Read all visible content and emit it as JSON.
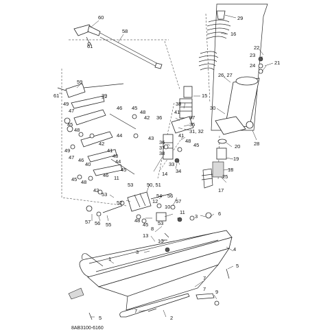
{
  "diagram_code": "8AB3100-6160",
  "callouts": [
    {
      "id": "c60",
      "text": "60"
    },
    {
      "id": "c61a",
      "text": "61"
    },
    {
      "id": "c58",
      "text": "58"
    },
    {
      "id": "c29",
      "text": "29"
    },
    {
      "id": "c16",
      "text": "16"
    },
    {
      "id": "c22",
      "text": "22"
    },
    {
      "id": "c23",
      "text": "23"
    },
    {
      "id": "c21",
      "text": "21"
    },
    {
      "id": "c24",
      "text": "24"
    },
    {
      "id": "c2627",
      "text": "26, 27"
    },
    {
      "id": "c59",
      "text": "59"
    },
    {
      "id": "c61b",
      "text": "61"
    },
    {
      "id": "c15",
      "text": "15"
    },
    {
      "id": "c39",
      "text": "39"
    },
    {
      "id": "c49",
      "text": "49"
    },
    {
      "id": "c47a",
      "text": "47"
    },
    {
      "id": "c38a",
      "text": "38"
    },
    {
      "id": "c46a",
      "text": "46"
    },
    {
      "id": "c45a",
      "text": "45"
    },
    {
      "id": "c48a",
      "text": "48"
    },
    {
      "id": "c36a",
      "text": "36"
    },
    {
      "id": "c41a",
      "text": "41"
    },
    {
      "id": "c37a",
      "text": "37"
    },
    {
      "id": "c35",
      "text": "35"
    },
    {
      "id": "c3132",
      "text": "31, 32"
    },
    {
      "id": "c30",
      "text": "30"
    },
    {
      "id": "c45b",
      "text": "45"
    },
    {
      "id": "c48b",
      "text": "48"
    },
    {
      "id": "c42a",
      "text": "42"
    },
    {
      "id": "c43",
      "text": "43"
    },
    {
      "id": "c44a",
      "text": "44"
    },
    {
      "id": "c28",
      "text": "28"
    },
    {
      "id": "c20",
      "text": "20"
    },
    {
      "id": "c36b",
      "text": "36"
    },
    {
      "id": "c37b",
      "text": "37"
    },
    {
      "id": "c38b",
      "text": "38"
    },
    {
      "id": "c41b",
      "text": "41"
    },
    {
      "id": "c48c",
      "text": "48"
    },
    {
      "id": "c45c",
      "text": "45"
    },
    {
      "id": "c19",
      "text": "19"
    },
    {
      "id": "c49b",
      "text": "49"
    },
    {
      "id": "c47b",
      "text": "47"
    },
    {
      "id": "c46b",
      "text": "46"
    },
    {
      "id": "c40",
      "text": "40"
    },
    {
      "id": "c41c",
      "text": "41"
    },
    {
      "id": "c42b",
      "text": "42"
    },
    {
      "id": "c48d",
      "text": "48"
    },
    {
      "id": "c44b",
      "text": "44"
    },
    {
      "id": "c45d",
      "text": "45"
    },
    {
      "id": "c33",
      "text": "33"
    },
    {
      "id": "c34",
      "text": "34"
    },
    {
      "id": "c18",
      "text": "18"
    },
    {
      "id": "c14",
      "text": "14"
    },
    {
      "id": "c25",
      "text": "25"
    },
    {
      "id": "c45e",
      "text": "45"
    },
    {
      "id": "c48e",
      "text": "48"
    },
    {
      "id": "c46c",
      "text": "46"
    },
    {
      "id": "c11a",
      "text": "11"
    },
    {
      "id": "c53a",
      "text": "53"
    },
    {
      "id": "c42c",
      "text": "42"
    },
    {
      "id": "c17",
      "text": "17"
    },
    {
      "id": "c5051",
      "text": "50, 51"
    },
    {
      "id": "c53b",
      "text": "53"
    },
    {
      "id": "c54",
      "text": "54"
    },
    {
      "id": "c56a",
      "text": "56"
    },
    {
      "id": "c52",
      "text": "52"
    },
    {
      "id": "c57a",
      "text": "57"
    },
    {
      "id": "c12",
      "text": "12"
    },
    {
      "id": "c10a",
      "text": "10"
    },
    {
      "id": "c11b",
      "text": "11"
    },
    {
      "id": "c48f",
      "text": "48"
    },
    {
      "id": "c45f",
      "text": "45"
    },
    {
      "id": "c53c",
      "text": "53"
    },
    {
      "id": "c3a",
      "text": "3"
    },
    {
      "id": "c6",
      "text": "6"
    },
    {
      "id": "c8",
      "text": "8"
    },
    {
      "id": "c57b",
      "text": "57"
    },
    {
      "id": "c56b",
      "text": "56"
    },
    {
      "id": "c55",
      "text": "55"
    },
    {
      "id": "c13",
      "text": "13"
    },
    {
      "id": "c10b",
      "text": "10"
    },
    {
      "id": "c3b",
      "text": "3"
    },
    {
      "id": "c4",
      "text": "4"
    },
    {
      "id": "c5a",
      "text": "5"
    },
    {
      "id": "c1",
      "text": "1"
    },
    {
      "id": "c7a",
      "text": "7"
    },
    {
      "id": "c7b",
      "text": "7"
    },
    {
      "id": "c9",
      "text": "9"
    },
    {
      "id": "c7c",
      "text": "7"
    },
    {
      "id": "c5b",
      "text": "5"
    },
    {
      "id": "c2",
      "text": "2"
    }
  ]
}
